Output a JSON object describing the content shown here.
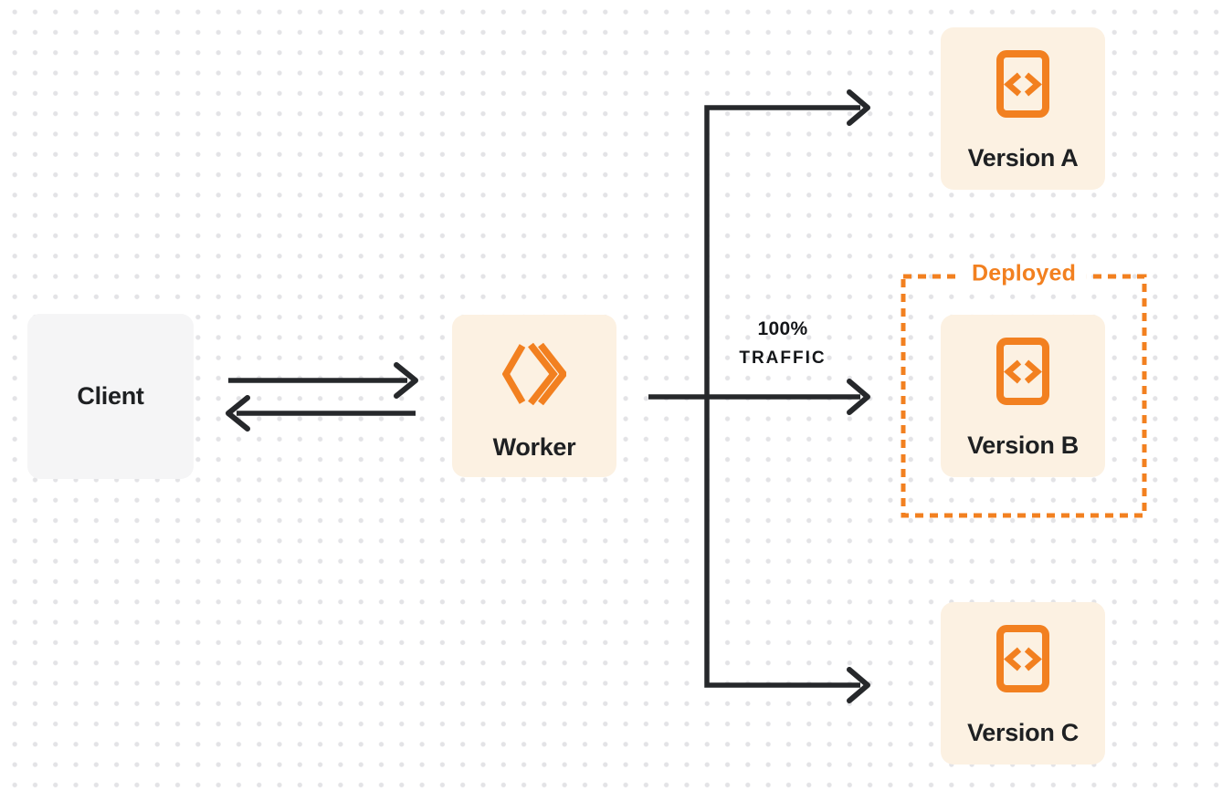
{
  "nodes": {
    "client": {
      "label": "Client"
    },
    "worker": {
      "label": "Worker"
    },
    "version_a": {
      "label": "Version A"
    },
    "version_b": {
      "label": "Version B",
      "deployed": true
    },
    "version_c": {
      "label": "Version C"
    }
  },
  "annotations": {
    "deployed": "Deployed",
    "traffic_line1": "100%",
    "traffic_line2": "TRAFFIC"
  },
  "icons": {
    "worker": "cloudflare-workers-logo",
    "version": "code-file-icon"
  },
  "colors": {
    "orange": "#f28020",
    "panel_cream": "#fcf1e2",
    "panel_gray": "#f5f5f6",
    "ink": "#1e2022",
    "arrow": "#26282b",
    "dot_grid": "#e3e3e6",
    "background": "#ffffff"
  }
}
